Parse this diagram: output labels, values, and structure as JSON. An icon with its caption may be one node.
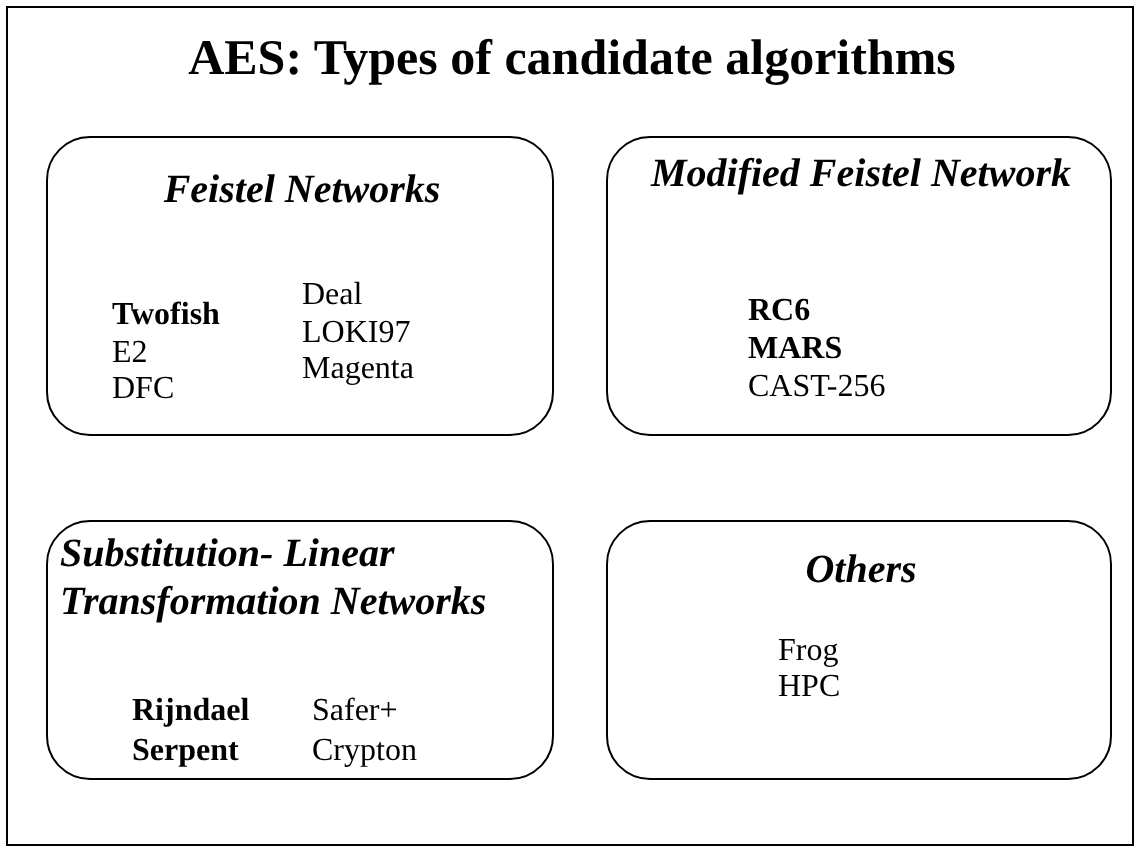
{
  "diagram": {
    "title": "AES: Types of candidate algorithms",
    "nodes": [
      {
        "text": [
          "Feistel Networks",
          "Twofish",
          "E2",
          "DFC",
          "Deal",
          "LOKI97",
          "Magenta"
        ]
      },
      {
        "text": [
          "Modified Feistel Network",
          "RC6",
          "MARS",
          "CAST-256"
        ]
      },
      {
        "text": [
          "Substitution- Linear Transformation Networks",
          "Rijndael",
          "Serpent",
          "Safer+",
          "Crypton"
        ]
      },
      {
        "text": [
          "Others",
          "Frog",
          "HPC"
        ]
      }
    ],
    "edges": []
  }
}
